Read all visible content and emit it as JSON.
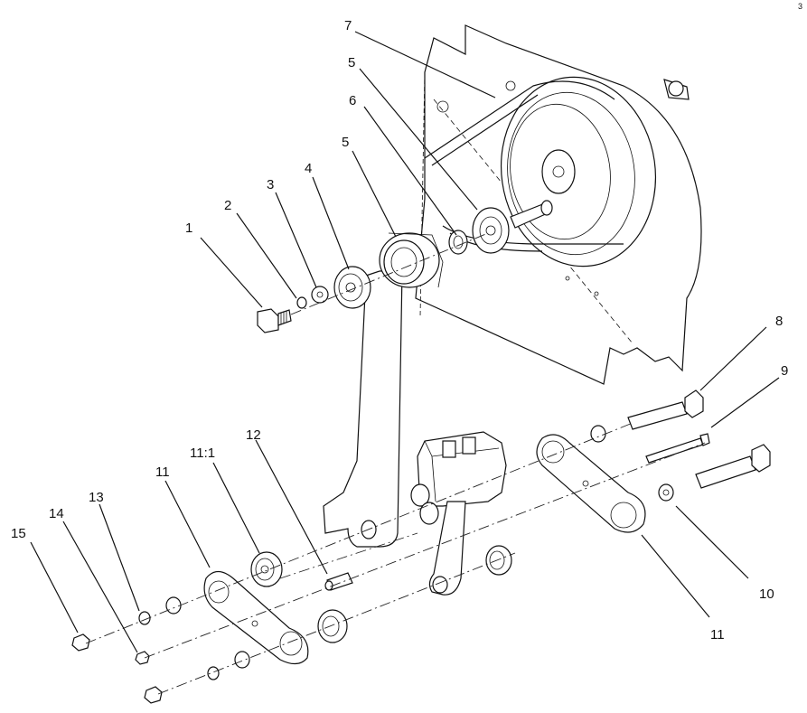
{
  "callouts": {
    "c1": "1",
    "c2": "2",
    "c3": "3",
    "c4": "4",
    "c5a": "5",
    "c5b": "5",
    "c6": "6",
    "c7": "7",
    "c8": "8",
    "c9": "9",
    "c10": "10",
    "c11a": "11",
    "c11b": "11",
    "c11_1": "11:1",
    "c12": "12",
    "c13": "13",
    "c14": "14",
    "c15": "15",
    "corner": "3"
  },
  "colors": {
    "ink": "#111111",
    "paper": "#ffffff"
  }
}
